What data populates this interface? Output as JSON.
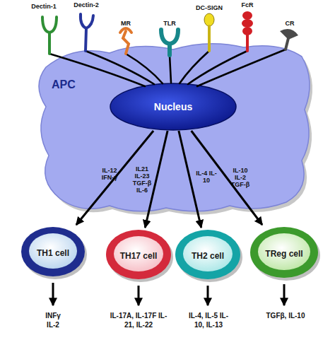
{
  "diagram": {
    "nodes": [
      {
        "text": [
          "APC"
        ]
      },
      {
        "text": [
          "Nucleus"
        ],
        "in": 0
      },
      {
        "text": [
          "TH1 cell"
        ]
      },
      {
        "text": [
          "TH17 cell"
        ]
      },
      {
        "text": [
          "TH2 cell"
        ]
      },
      {
        "text": [
          "TReg cell"
        ]
      }
    ],
    "edges": [
      {
        "from": 1,
        "to": 2,
        "label": "IL-12 IFN-γ",
        "arrow": "to"
      },
      {
        "from": 1,
        "to": 3,
        "label": "IL21 IL-23 TGF-β IL-6",
        "arrow": "to"
      },
      {
        "from": 1,
        "to": 4,
        "label": "IL-4 IL-10",
        "arrow": "to"
      },
      {
        "from": 1,
        "to": 5,
        "label": "IL-10 IL-2 TGF-β",
        "arrow": "to"
      }
    ],
    "labels": [
      "Dectin-1",
      "Dectin-2",
      "MR",
      "TLR",
      "DC-SIGN",
      "FcR",
      "CR",
      "INFγ IL-2",
      "IL-17A, IL-17F IL-21, IL-22",
      "IL-4, IL-5 IL-10, IL-13",
      "TGFβ, IL-10"
    ]
  }
}
